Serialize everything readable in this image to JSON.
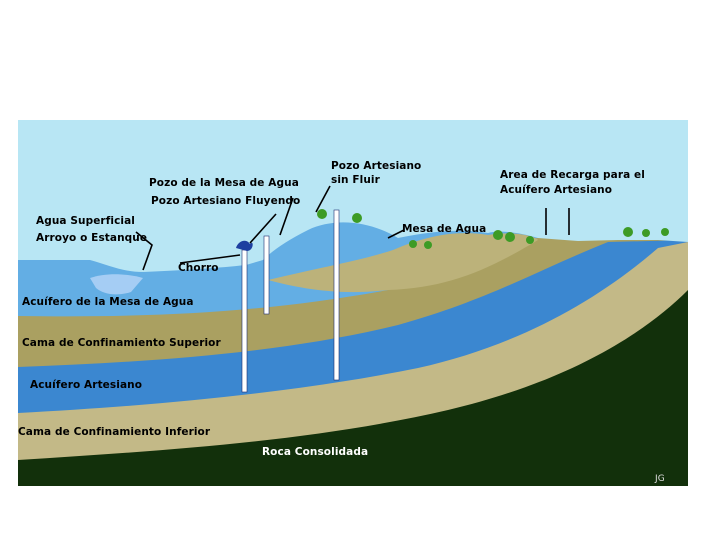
{
  "labels": {
    "pozo_mesa": "Pozo de la Mesa de Agua",
    "pozo_fluyendo": "Pozo Artesiano Fluyendo",
    "pozo_sin_fluir_1": "Pozo Artesiano",
    "pozo_sin_fluir_2": "sin Fluir",
    "area_recarga_1": "Area de Recarga para el",
    "area_recarga_2": "Acuífero Artesiano",
    "agua_superficial_1": "Agua Superficial",
    "agua_superficial_2": "Arroyo o Estanque",
    "mesa_agua": "Mesa de Agua",
    "chorro": "Chorro",
    "acuifero_mesa": "Acuífero de la Mesa de Agua",
    "capa_superior": "Cama de Confinamiento Superior",
    "acuifero_artesiano": "Acuífero Artesiano",
    "capa_inferior": "Cama de Confinamiento Inferior",
    "roca": "Roca Consolidada",
    "firma": "JG"
  },
  "colors": {
    "sky": "#b8e6f4",
    "surface_soil": "#bcb27a",
    "water_table_aquifer": "#63aee4",
    "upper_confining": "#aaa061",
    "artesian_aquifer": "#3b87d0",
    "lower_confining": "#c3b987",
    "bedrock": "#12300b",
    "pond": "#a5cdf4",
    "sun": "#f4e87a",
    "clouds": "#6f77e6",
    "pipe": "#ffffff"
  }
}
